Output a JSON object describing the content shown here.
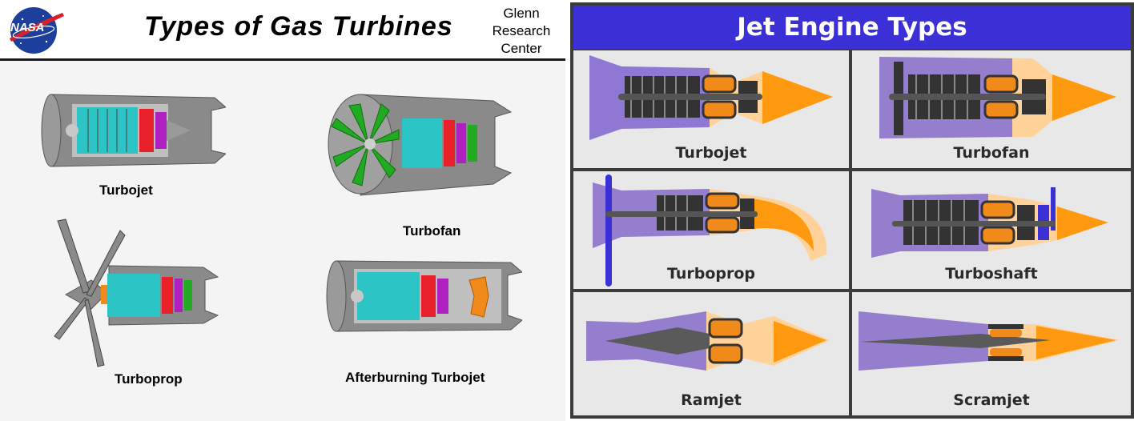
{
  "left_panel": {
    "title": "Types of Gas Turbines",
    "org_lines": [
      "Glenn",
      "Research",
      "Center"
    ],
    "logo_text": "NASA",
    "engines": {
      "turbojet": "Turbojet",
      "turbofan": "Turbofan",
      "turboprop": "Turboprop",
      "afterburning": "Afterburning  Turbojet"
    }
  },
  "right_panel": {
    "title": "Jet Engine Types",
    "engines": {
      "turbojet": "Turbojet",
      "turbofan": "Turbofan",
      "turboprop": "Turboprop",
      "turboshaft": "Turboshaft",
      "ramjet": "Ramjet",
      "scramjet": "Scramjet"
    }
  },
  "colors": {
    "banner": "#3b2fd6",
    "compressor": "#2cc4c4",
    "combustor": "#e8202a",
    "turbine": "#b020c0",
    "fan": "#22aa22",
    "afterburner": "#f08a1a",
    "flame": "#ff9a10",
    "intake": "#4a3ae0"
  }
}
